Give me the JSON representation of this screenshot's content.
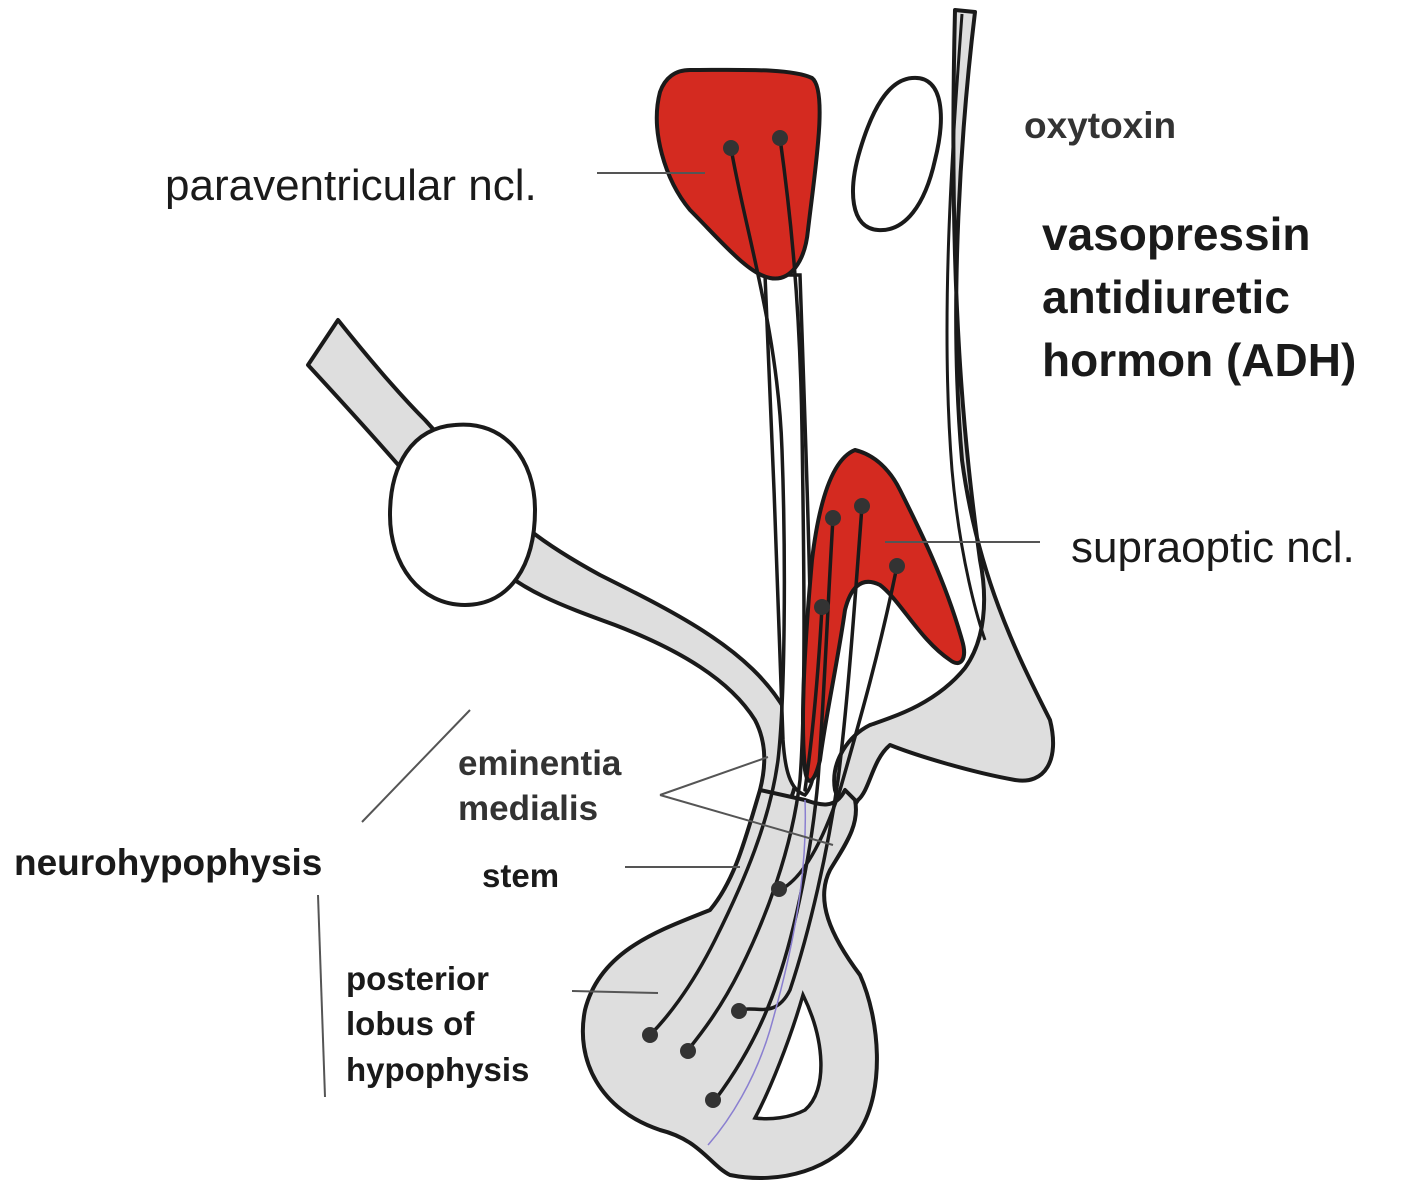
{
  "labels": {
    "paraventricular": "paraventricular ncl.",
    "oxytoxin": "oxytoxin",
    "vasopressin_line1": "vasopressin",
    "vasopressin_line2": "antidiuretic",
    "vasopressin_line3": "hormon (ADH)",
    "supraoptic": "supraoptic ncl.",
    "eminentia_line1": "eminentia",
    "eminentia_line2": "medialis",
    "neurohypophysis": "neurohypophysis",
    "stem": "stem",
    "posterior_line1": "posterior",
    "posterior_line2": "lobus of",
    "posterior_line3": "hypophysis"
  },
  "colors": {
    "nucleus_fill": "#d42a20",
    "tissue_fill": "#dedede",
    "outline": "#1a1a1a",
    "leader": "#555555",
    "blood_vessel": "#8a7fd0"
  }
}
